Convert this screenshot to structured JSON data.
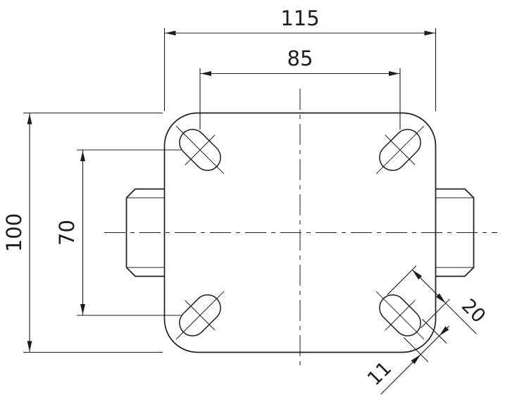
{
  "drawing": {
    "type": "technical-drawing",
    "subject": "caster-top-plate-plan-view",
    "dimensions": {
      "plate_width": "115",
      "bolt_spacing_h": "85",
      "plate_height": "100",
      "bolt_spacing_v": "70",
      "slot_length": "20",
      "slot_width": "11"
    },
    "colors": {
      "line": "#1d1d1d",
      "background": "#ffffff"
    }
  }
}
